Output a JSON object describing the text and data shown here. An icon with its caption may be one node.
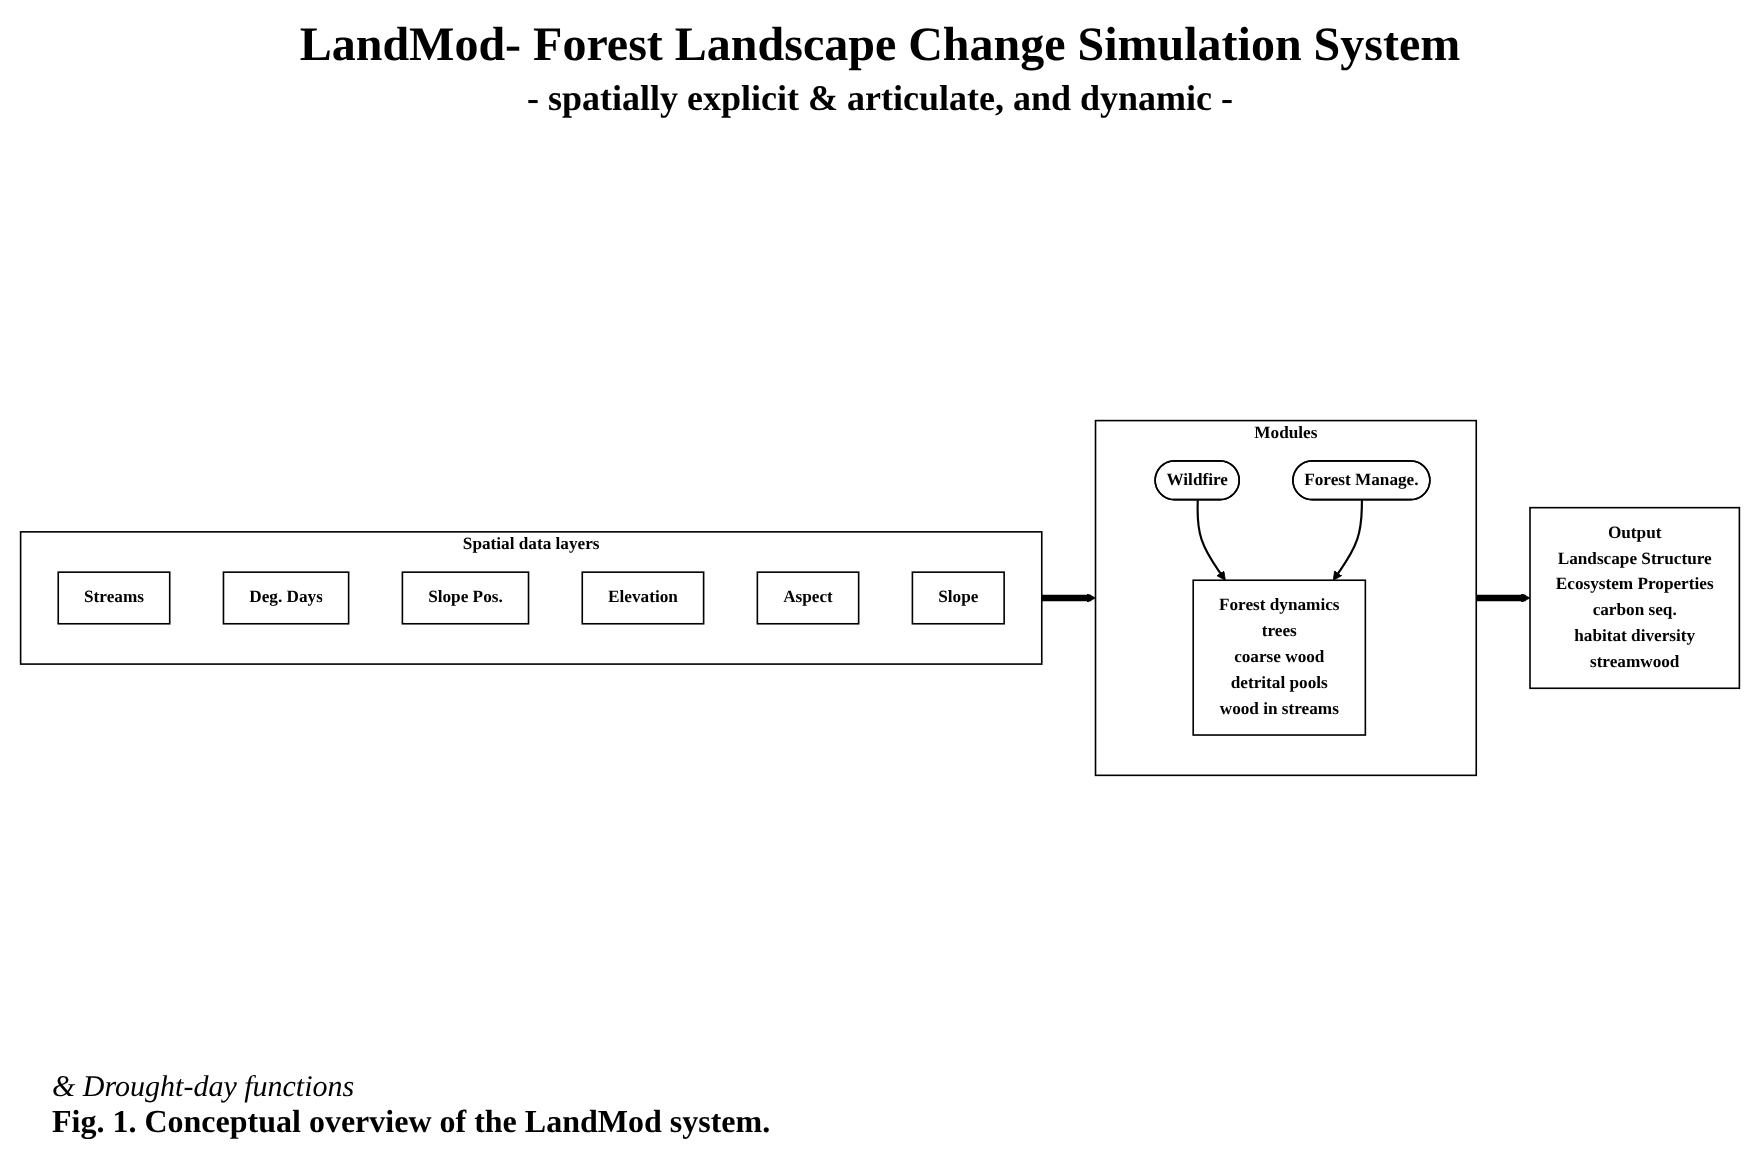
{
  "diagram": {
    "title": "LandMod- Forest Landscape Change Simulation System",
    "nodes": [
      {
        "text": [
          "Spatial data layers"
        ]
      },
      {
        "text": [
          "Streams"
        ],
        "in": 0
      },
      {
        "text": [
          "Deg. Days"
        ],
        "in": 0
      },
      {
        "text": [
          "Slope Pos."
        ],
        "in": 0
      },
      {
        "text": [
          "Elevation"
        ],
        "in": 0
      },
      {
        "text": [
          "Aspect"
        ],
        "in": 0
      },
      {
        "text": [
          "Slope"
        ],
        "in": 0
      },
      {
        "text": [
          "Modules"
        ]
      },
      {
        "text": [
          "Wildfire"
        ],
        "in": 7
      },
      {
        "text": [
          "Forest Manage."
        ],
        "in": 7
      },
      {
        "text": [
          "Forest dynamics",
          "trees",
          "coarse wood",
          "detrital pools",
          "wood in streams"
        ],
        "in": 7
      },
      {
        "text": [
          "Output",
          "Landscape Structure",
          "Ecosystem Properties",
          "carbon seq.",
          "habitat diversity",
          "streamwood"
        ]
      }
    ],
    "edges": [
      {
        "from": 0,
        "to": 7,
        "arrow": "to",
        "style": "thick"
      },
      {
        "from": 8,
        "to": 10,
        "arrow": "to"
      },
      {
        "from": 9,
        "to": 10,
        "arrow": "to"
      },
      {
        "from": 7,
        "to": 11,
        "arrow": "to",
        "style": "thick"
      }
    ],
    "labels": [
      "- spatially explicit & articulate, and dynamic -",
      "& Drought-day functions"
    ],
    "caption": "Fig. 1. Conceptual overview of the LandMod system."
  }
}
